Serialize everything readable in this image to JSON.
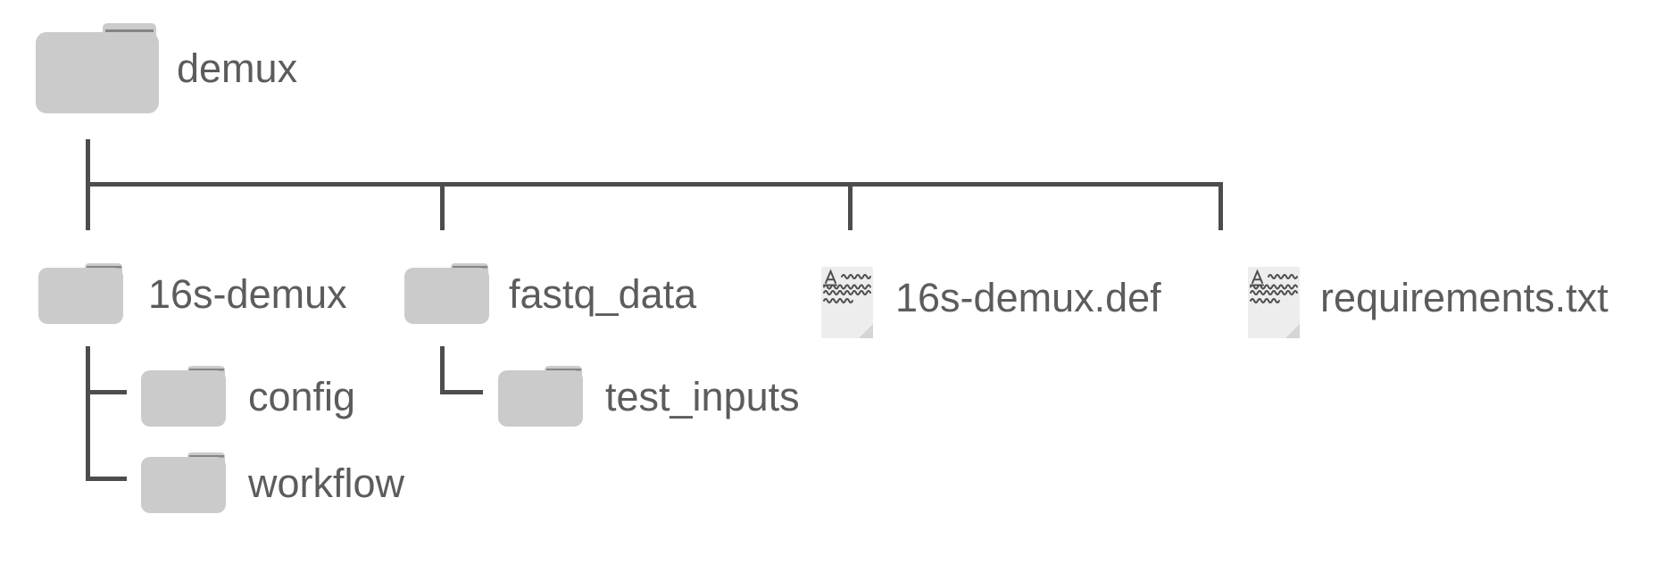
{
  "tree": {
    "root": {
      "label": "demux",
      "type": "folder",
      "icon": "folder-icon"
    },
    "children": [
      {
        "label": "16s-demux",
        "type": "folder",
        "icon": "folder-icon",
        "children": [
          {
            "label": "config",
            "type": "folder",
            "icon": "folder-icon"
          },
          {
            "label": "workflow",
            "type": "folder",
            "icon": "folder-icon"
          }
        ]
      },
      {
        "label": "fastq_data",
        "type": "folder",
        "icon": "folder-icon",
        "children": [
          {
            "label": "test_inputs",
            "type": "folder",
            "icon": "folder-icon"
          }
        ]
      },
      {
        "label": "16s-demux.def",
        "type": "file",
        "icon": "text-file-icon"
      },
      {
        "label": "requirements.txt",
        "type": "file",
        "icon": "text-file-icon"
      }
    ]
  },
  "colors": {
    "background": "#ffffff",
    "line": "#4d4d4d",
    "text": "#5c5c5c",
    "folder_fill": "#cbcbcb",
    "folder_tab_line": "#858585",
    "paper_fill": "#ededed",
    "paper_squiggle": "#4f4f4f",
    "paper_fold": "#d5d5d5"
  }
}
